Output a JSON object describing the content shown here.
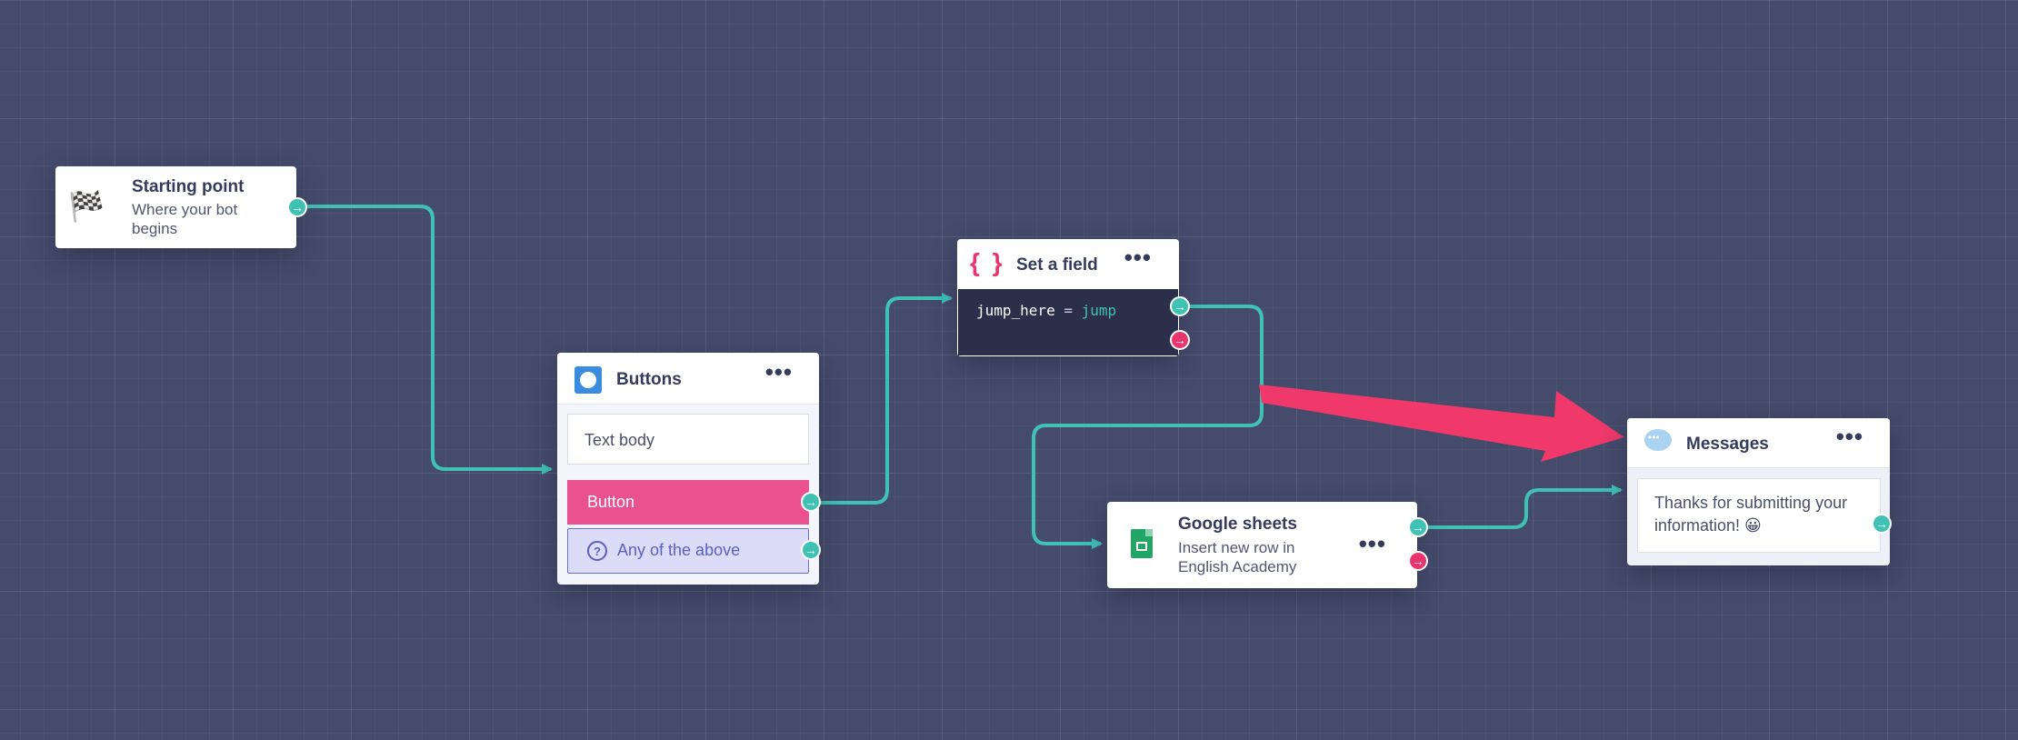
{
  "canvas": {
    "background": "#454b6b",
    "wire_color": "#3fc1b4",
    "annotation_arrow_color": "#f0386b"
  },
  "start_node": {
    "icon": "checkered-flag-icon",
    "title": "Starting point",
    "subtitle": "Where your bot begins"
  },
  "buttons_node": {
    "icon": "buttons-icon",
    "title": "Buttons",
    "menu": "•••",
    "text_body": "Text body",
    "button_label": "Button",
    "fallback_label": "Any of the above",
    "fallback_icon": "?"
  },
  "set_field_node": {
    "icon": "braces-icon",
    "braces": "{ }",
    "title": "Set a field",
    "menu": "•••",
    "field_name": "jump_here",
    "operator": "=",
    "field_value": "jump"
  },
  "sheets_node": {
    "icon": "google-sheets-icon",
    "title": "Google sheets",
    "subtitle": "Insert new row in English Academy",
    "menu": "•••"
  },
  "messages_node": {
    "icon": "chat-bubble-icon",
    "title": "Messages",
    "menu": "•••",
    "message": "Thanks for submitting your information! 😀"
  },
  "ports": {
    "success_glyph": "→",
    "error_glyph": "→",
    "success_color": "#3fc1b4",
    "error_color": "#e8356d"
  }
}
